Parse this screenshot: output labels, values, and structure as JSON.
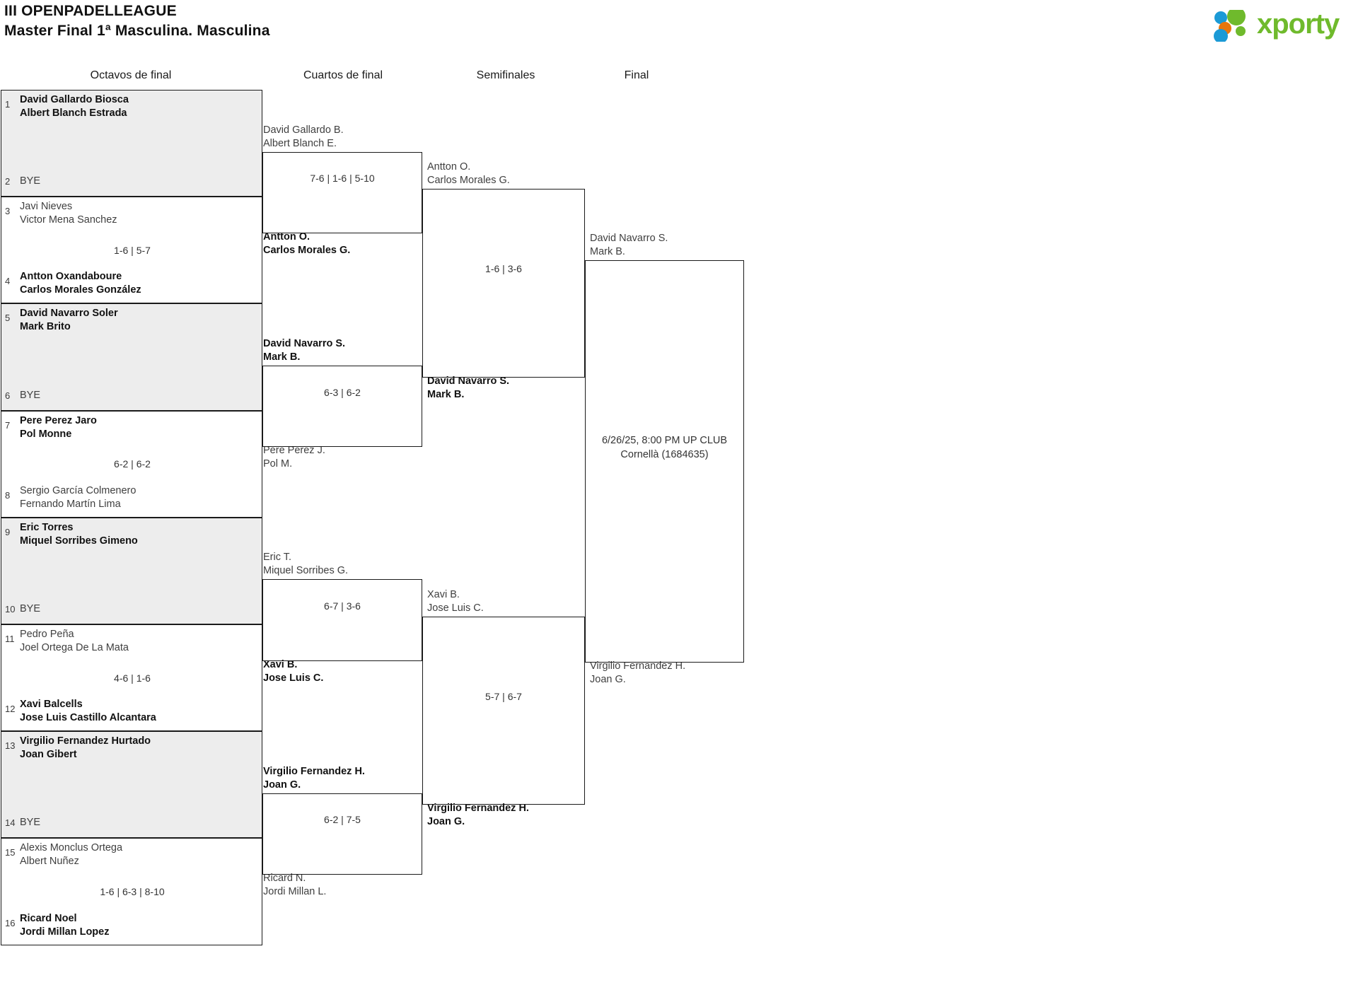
{
  "header": {
    "line1": "III OPENPADELLEAGUE",
    "line2": "Master Final 1ª Masculina. Masculina",
    "logo_text": "xporty",
    "logo_colors": {
      "blue": "#1b9ad6",
      "orange": "#e8760c",
      "green": "#6fba2c"
    }
  },
  "rounds": [
    {
      "id": "r16",
      "label": "Octavos de final"
    },
    {
      "id": "qf",
      "label": "Cuartos de final"
    },
    {
      "id": "sf",
      "label": "Semifinales"
    },
    {
      "id": "final",
      "label": "Final"
    }
  ],
  "round16": [
    {
      "shade": true,
      "seed_a": "1",
      "a1": "David Gallardo Biosca",
      "a2": "Albert Blanch Estrada",
      "a_win": true,
      "seed_b": "2",
      "b1": "BYE",
      "b2": "",
      "b_win": false,
      "score": ""
    },
    {
      "shade": false,
      "seed_a": "3",
      "a1": "Javi Nieves",
      "a2": "Victor Mena Sanchez",
      "a_win": false,
      "seed_b": "4",
      "b1": "Antton Oxandaboure",
      "b2": "Carlos Morales González",
      "b_win": true,
      "score": "1-6 | 5-7"
    },
    {
      "shade": true,
      "seed_a": "5",
      "a1": "David Navarro Soler",
      "a2": "Mark Brito",
      "a_win": true,
      "seed_b": "6",
      "b1": "BYE",
      "b2": "",
      "b_win": false,
      "score": ""
    },
    {
      "shade": false,
      "seed_a": "7",
      "a1": "Pere Perez Jaro",
      "a2": "Pol Monne",
      "a_win": true,
      "seed_b": "8",
      "b1": "Sergio García Colmenero",
      "b2": "Fernando Martín Lima",
      "b_win": false,
      "score": "6-2 | 6-2"
    },
    {
      "shade": true,
      "seed_a": "9",
      "a1": "Eric Torres",
      "a2": "Miquel Sorribes Gimeno",
      "a_win": true,
      "seed_b": "10",
      "b1": "BYE",
      "b2": "",
      "b_win": false,
      "score": ""
    },
    {
      "shade": false,
      "seed_a": "11",
      "a1": "Pedro Peña",
      "a2": "Joel Ortega De La Mata",
      "a_win": false,
      "seed_b": "12",
      "b1": "Xavi Balcells",
      "b2": "Jose Luis Castillo Alcantara",
      "b_win": true,
      "score": "4-6 | 1-6"
    },
    {
      "shade": true,
      "seed_a": "13",
      "a1": "Virgilio Fernandez Hurtado",
      "a2": "Joan Gibert",
      "a_win": true,
      "seed_b": "14",
      "b1": "BYE",
      "b2": "",
      "b_win": false,
      "score": ""
    },
    {
      "shade": false,
      "seed_a": "15",
      "a1": "Alexis Monclus Ortega",
      "a2": "Albert Nuñez",
      "a_win": false,
      "seed_b": "16",
      "b1": "Ricard Noel",
      "b2": "Jordi Millan Lopez",
      "b_win": true,
      "score": "1-6 | 6-3 | 8-10"
    }
  ],
  "quarters": [
    {
      "top1": "David Gallardo B.",
      "top2": "Albert Blanch E.",
      "top_win": false,
      "bot1": "Antton O.",
      "bot2": "Carlos Morales G.",
      "bot_win": true,
      "score": "7-6 | 1-6 | 5-10"
    },
    {
      "top1": "David Navarro S.",
      "top2": "Mark B.",
      "top_win": true,
      "bot1": "Pere Perez J.",
      "bot2": "Pol M.",
      "bot_win": false,
      "score": "6-3 | 6-2"
    },
    {
      "top1": "Eric T.",
      "top2": "Miquel Sorribes G.",
      "top_win": false,
      "bot1": "Xavi B.",
      "bot2": "Jose Luis C.",
      "bot_win": true,
      "score": "6-7 | 3-6"
    },
    {
      "top1": "Virgilio Fernandez H.",
      "top2": "Joan G.",
      "top_win": true,
      "bot1": "Ricard N.",
      "bot2": "Jordi Millan L.",
      "bot_win": false,
      "score": "6-2 | 7-5"
    }
  ],
  "semis": [
    {
      "top1": "Antton O.",
      "top2": "Carlos Morales G.",
      "top_win": false,
      "bot1": "David Navarro S.",
      "bot2": "Mark B.",
      "bot_win": true,
      "score": "1-6 | 3-6"
    },
    {
      "top1": "Xavi B.",
      "top2": "Jose Luis C.",
      "top_win": false,
      "bot1": "Virgilio Fernandez H.",
      "bot2": "Joan G.",
      "bot_win": true,
      "score": "5-7 | 6-7"
    }
  ],
  "final": {
    "top1": "David Navarro S.",
    "top2": "Mark B.",
    "top_win": false,
    "bot1": "Virgilio Fernandez H.",
    "bot2": "Joan G.",
    "bot_win": false,
    "info_line1": "6/26/25, 8:00 PM UP CLUB",
    "info_line2": "Cornellà (1684635)"
  }
}
